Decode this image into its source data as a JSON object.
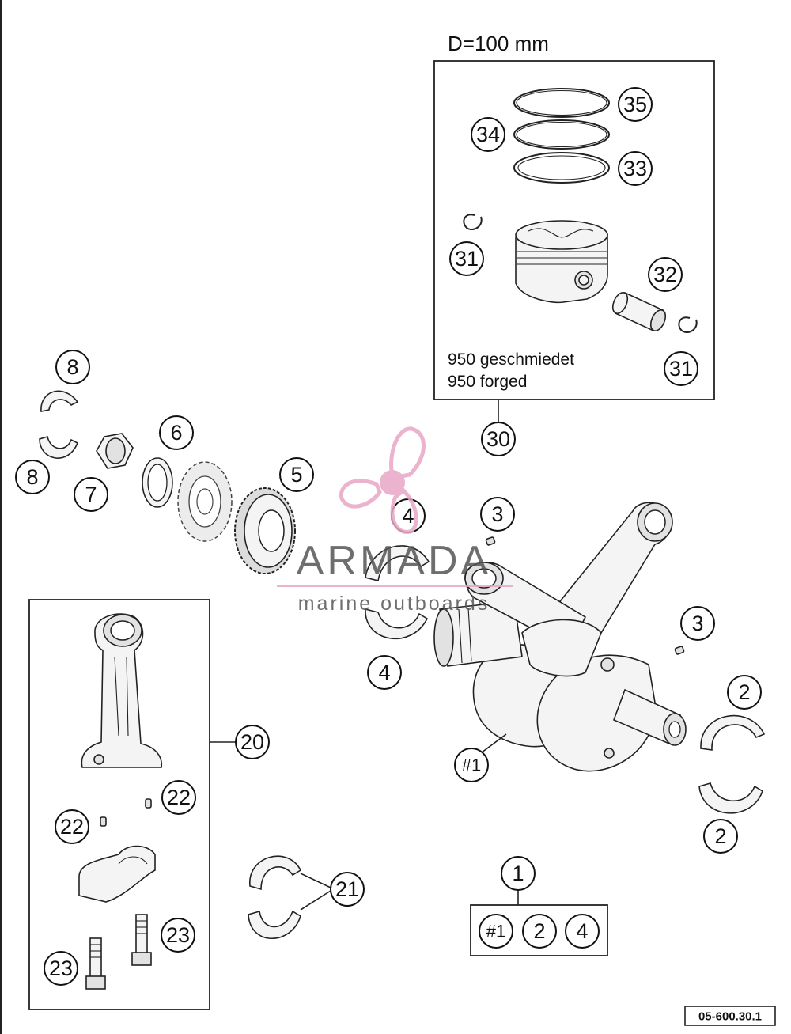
{
  "diagram": {
    "bore_label": "D=100 mm",
    "piston_kit_text_de": "950 geschmiedet",
    "piston_kit_text_en": "950 forged",
    "drawing_number": "05-600.30.1",
    "callouts": {
      "c35": "35",
      "c34": "34",
      "c33": "33",
      "c31a": "31",
      "c32": "32",
      "c31b": "31",
      "c30": "30",
      "c8a": "8",
      "c8b": "8",
      "c7": "7",
      "c6": "6",
      "c5": "5",
      "c4a": "4",
      "c4b": "4",
      "c3a": "3",
      "c3b": "3",
      "c2a": "2",
      "c2b": "2",
      "c1main": "#1",
      "c20": "20",
      "c22a": "22",
      "c22b": "22",
      "c23a": "23",
      "c23b": "23",
      "c21": "21",
      "c1": "1",
      "set_1": "#1",
      "set_2": "2",
      "set_3": "4"
    }
  },
  "watermark": {
    "brand": "ARMADA",
    "tagline": "marine outboards",
    "accent_color": "#e8a6c6",
    "icon": "propeller-icon"
  }
}
